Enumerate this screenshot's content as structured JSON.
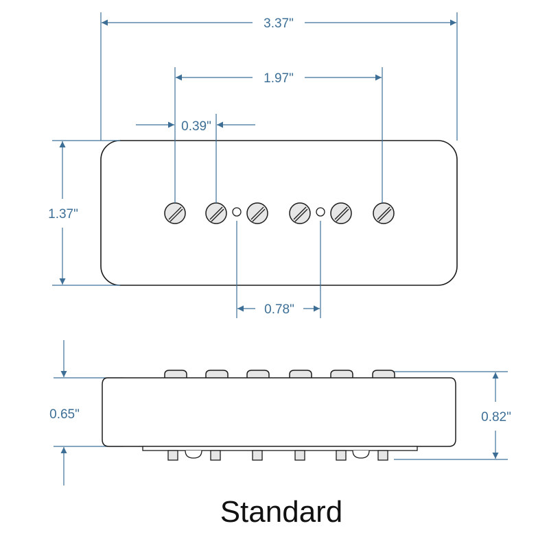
{
  "caption": "Standard",
  "dimensions": {
    "overall_width": "3.37\"",
    "outer_pole_span": "1.97\"",
    "pole_spacing": "0.39\"",
    "height": "1.37\"",
    "mount_hole_spacing": "0.78\"",
    "body_thickness": "0.65\"",
    "overall_thickness": "0.82\""
  },
  "colors": {
    "dimension_line": "#3d6f96",
    "outline": "#1a1a1a",
    "pole_fill": "#e6e6e6",
    "caption": "#111111"
  }
}
